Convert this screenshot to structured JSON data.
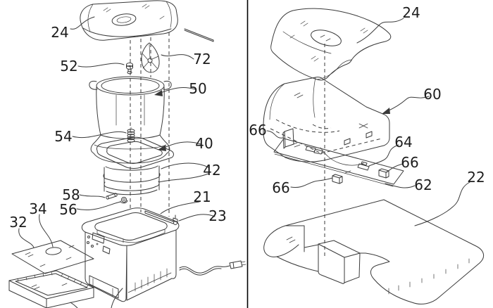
{
  "colors": {
    "background": "#ffffff",
    "line": "#3a3a3a",
    "label": "#1c1c1c",
    "divider": "#000000"
  },
  "left_panel": {
    "description": "exploded view of bread maker with kneading paddle, bucket and base unit",
    "labels": [
      {
        "part": "24"
      },
      {
        "part": "52"
      },
      {
        "part": "72"
      },
      {
        "part": "50"
      },
      {
        "part": "54"
      },
      {
        "part": "40"
      },
      {
        "part": "42"
      },
      {
        "part": "58"
      },
      {
        "part": "56"
      },
      {
        "part": "34"
      },
      {
        "part": "32"
      },
      {
        "part": "21"
      },
      {
        "part": "23"
      }
    ]
  },
  "right_panel": {
    "description": "exploded view of lid, inner cover, circuit board and lower housing",
    "labels": [
      {
        "part": "24"
      },
      {
        "part": "60"
      },
      {
        "part": "66"
      },
      {
        "part": "64"
      },
      {
        "part": "66"
      },
      {
        "part": "62"
      },
      {
        "part": "66"
      },
      {
        "part": "22"
      }
    ]
  }
}
